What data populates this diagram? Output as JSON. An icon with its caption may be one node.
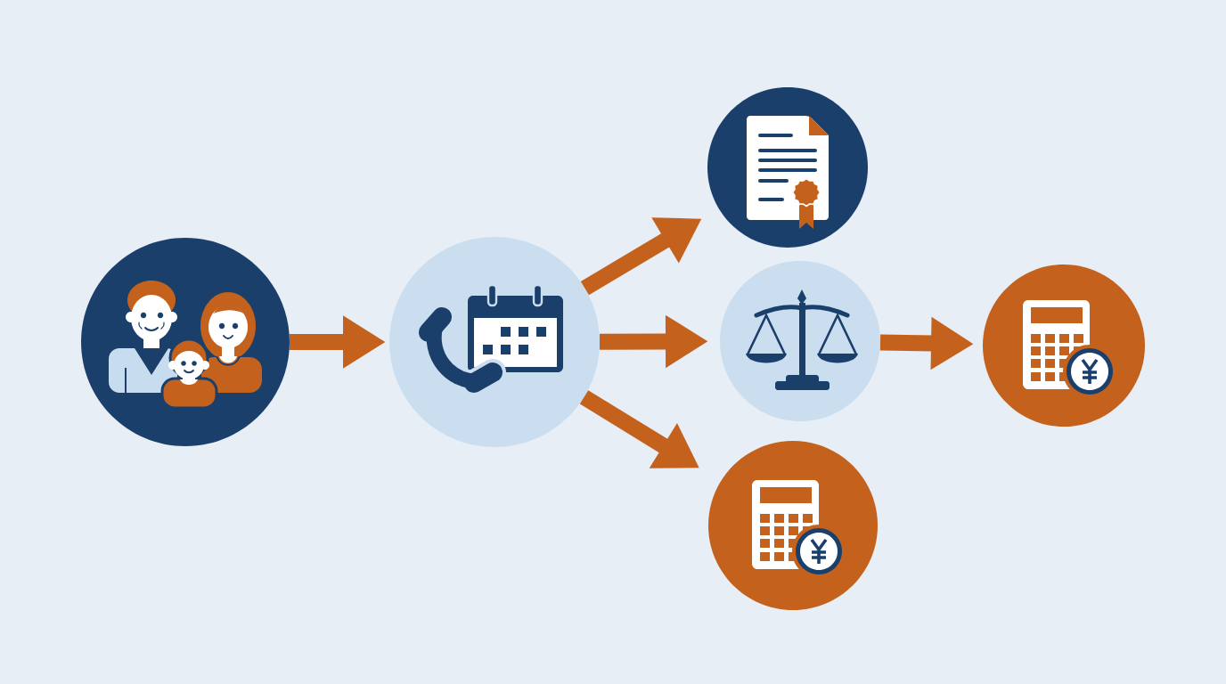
{
  "diagram": {
    "nodes": [
      {
        "text": [],
        "shape": "circle"
      },
      {
        "text": [],
        "shape": "circle"
      },
      {
        "text": [],
        "shape": "circle"
      },
      {
        "text": [],
        "shape": "circle"
      },
      {
        "text": [],
        "shape": "circle"
      },
      {
        "text": [],
        "shape": "circle"
      }
    ],
    "edges": [
      {
        "from": 0,
        "to": 1,
        "arrow": "to"
      },
      {
        "from": 1,
        "to": 2,
        "arrow": "to"
      },
      {
        "from": 1,
        "to": 3,
        "arrow": "to"
      },
      {
        "from": 1,
        "to": 5,
        "arrow": "to"
      },
      {
        "from": 3,
        "to": 4,
        "arrow": "to"
      }
    ]
  }
}
